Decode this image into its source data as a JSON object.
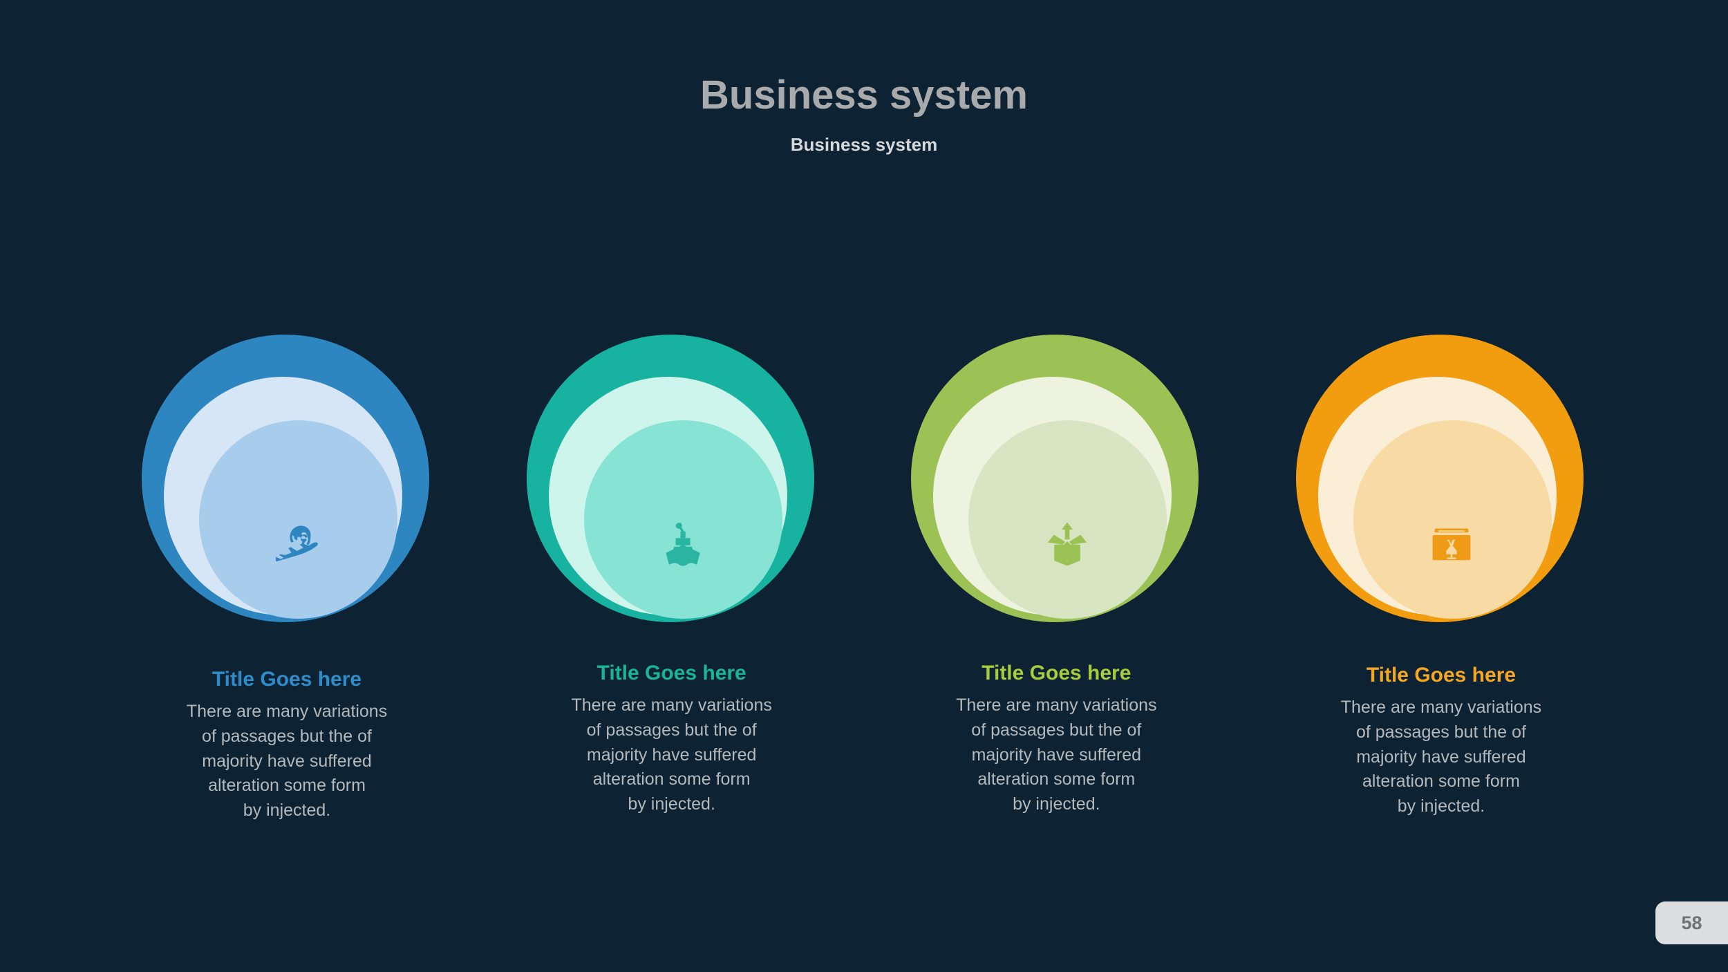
{
  "header": {
    "title": "Business system",
    "subtitle": "Business system"
  },
  "theme": {
    "background": "#0d2232",
    "title_color": "#a9aaab",
    "subtitle_color": "#d6d9dc",
    "body_text_color": "#b3b9bd",
    "badge_bg": "#dcdddf",
    "badge_text_color": "#6f7276"
  },
  "columns": [
    {
      "title": "Title Goes here",
      "title_color": "#2e8ccb",
      "body": "There are many variations\nof passages but the of\nmajority have suffered\nalteration some form\nby injected.",
      "icon": "globe-airplane-icon",
      "ring_outer_color": "#2e86c1",
      "ring_mid_color": "#d6e6f7",
      "ring_inner_color": "#a8cdec",
      "icon_color": "#2e86c1"
    },
    {
      "title": "Title Goes here",
      "title_color": "#1cb499",
      "body": "There are many variations\nof passages but the of\nmajority have suffered\nalteration some form\nby injected.",
      "icon": "cargo-ship-icon",
      "ring_outer_color": "#18b2a0",
      "ring_mid_color": "#cdf5ec",
      "ring_inner_color": "#87e3d4",
      "icon_color": "#2ab5a2"
    },
    {
      "title": "Title Goes here",
      "title_color": "#a9cc3e",
      "body": "There are many variations\nof passages but the of\nmajority have suffered\nalteration some form\nby injected.",
      "icon": "open-box-arrow-icon",
      "ring_outer_color": "#9cc255",
      "ring_mid_color": "#eef3e0",
      "ring_inner_color": "#d8e5c2",
      "icon_color": "#9cc255"
    },
    {
      "title": "Title Goes here",
      "title_color": "#f5a623",
      "body": "There are many variations\nof passages but the of\nmajority have suffered\nalteration some form\nby injected.",
      "icon": "fragile-box-icon",
      "ring_outer_color": "#f29c10",
      "ring_mid_color": "#fbeed7",
      "ring_inner_color": "#f8dba4",
      "icon_color": "#ef9b18"
    }
  ],
  "page_badge": {
    "number": "58"
  }
}
